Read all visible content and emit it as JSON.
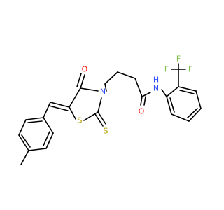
{
  "diagram": {
    "type": "chemical-structure",
    "colors": {
      "bond": "#000000",
      "carbon_label": "#000000",
      "oxygen": "#ff0d0d",
      "nitrogen": "#3050f8",
      "sulfur": "#b3a200",
      "fluorine": "#7fc04a",
      "hydrogen_on_N": "#3050f8"
    },
    "atoms": {
      "o_ring": "O",
      "n_ring": "N",
      "s_ring": "S",
      "s_thione": "S",
      "o_amide": "O",
      "n_amide": "N",
      "h_amide": "H",
      "f1": "F",
      "f2": "F",
      "f3": "F"
    }
  }
}
